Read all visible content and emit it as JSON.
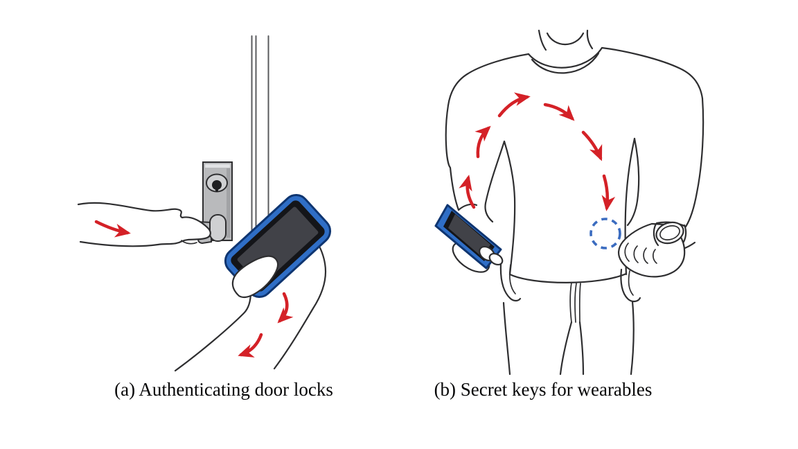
{
  "figure": {
    "type": "paper-figure-illustration",
    "panels": [
      {
        "id": "a",
        "caption": "(a) Authenticating door locks",
        "alt": "Hand swiping toward a door lock lever while another hand swipes a smartphone downward beside the door edge"
      },
      {
        "id": "b",
        "caption": "(b) Secret keys for wearables",
        "alt": "Person holding a smartphone; red arrows arc across the chest toward a dashed circle target near a wrist wearing a smartwatch"
      }
    ]
  },
  "colors": {
    "line_color": "#2e2e30",
    "door_edge_gray": "#5a5b5e",
    "arrow_red": "#d42127",
    "phone_bumper_blue": "#2f6ec6",
    "phone_outline_navy": "#0f3570",
    "phone_bezel_black": "#141519",
    "phone_screen_gray": "#414248",
    "lock_plate_gray": "#b9babc",
    "lock_plate_light": "#e2e3e5",
    "lock_plate_shadow": "#8f9093",
    "lock_keyhole_light": "#cfd0d2",
    "lock_keyhole_dark": "#1f1f21",
    "target_circle_blue": "#3b6cc0",
    "caption_color": "#060607",
    "page_bg": "#ffffff"
  }
}
